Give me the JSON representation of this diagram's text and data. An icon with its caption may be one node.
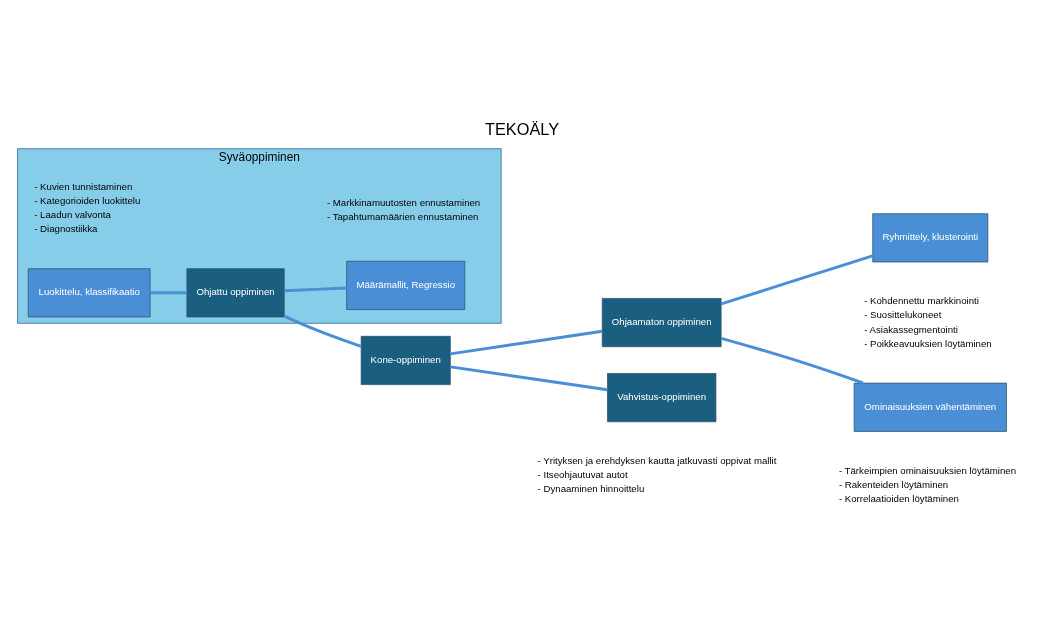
{
  "diagram": {
    "title": "TEKOÄLY",
    "nodes": [
      {
        "text": [
          "Syväoppiminen"
        ]
      },
      {
        "text": [
          "Luokittelu, klassifikaatio"
        ],
        "in": 0,
        "beside": [
          "- Kuvien tunnistaminen",
          "- Kategorioiden luokittelu",
          "- Laadun valvonta",
          "- Diagnostiikka"
        ]
      },
      {
        "text": [
          "Ohjattu oppiminen"
        ],
        "in": 0
      },
      {
        "text": [
          "Määrämallit, Regressio"
        ],
        "in": 0,
        "beside": [
          "- Markkinamuutosten ennustaminen",
          "- Tapahtumamäärien ennustaminen"
        ]
      },
      {
        "text": [
          "Kone-oppiminen"
        ]
      },
      {
        "text": [
          "Ohjaamaton oppiminen"
        ]
      },
      {
        "text": [
          "Ryhmittely, klusterointi"
        ],
        "beside": [
          "- Kohdennettu markkinointi",
          "- Suosittelukoneet",
          "- Asiakassegmentointi",
          "- Poikkeavuuksien löytäminen"
        ]
      },
      {
        "text": [
          "Ominaisuuksien vähentäminen"
        ],
        "beside": [
          "- Tärkeimpien ominaisuuksien löytäminen",
          "- Rakenteiden löytäminen",
          "- Korrelaatioiden löytäminen"
        ]
      },
      {
        "text": [
          "Vahvistus-oppiminen"
        ],
        "beside": [
          "- Yrityksen ja erehdyksen kautta jatkuvasti oppivat mallit",
          "- Itseohjautuvat autot",
          "- Dynaaminen hinnoittelu"
        ]
      }
    ],
    "edges": [
      {
        "from": 1,
        "to": 2,
        "arrow": "none"
      },
      {
        "from": 2,
        "to": 3,
        "arrow": "none"
      },
      {
        "from": 2,
        "to": 4,
        "arrow": "none"
      },
      {
        "from": 4,
        "to": 5,
        "arrow": "none"
      },
      {
        "from": 5,
        "to": 6,
        "arrow": "none"
      },
      {
        "from": 5,
        "to": 7,
        "arrow": "none"
      },
      {
        "from": 4,
        "to": 8,
        "arrow": "none"
      }
    ]
  }
}
